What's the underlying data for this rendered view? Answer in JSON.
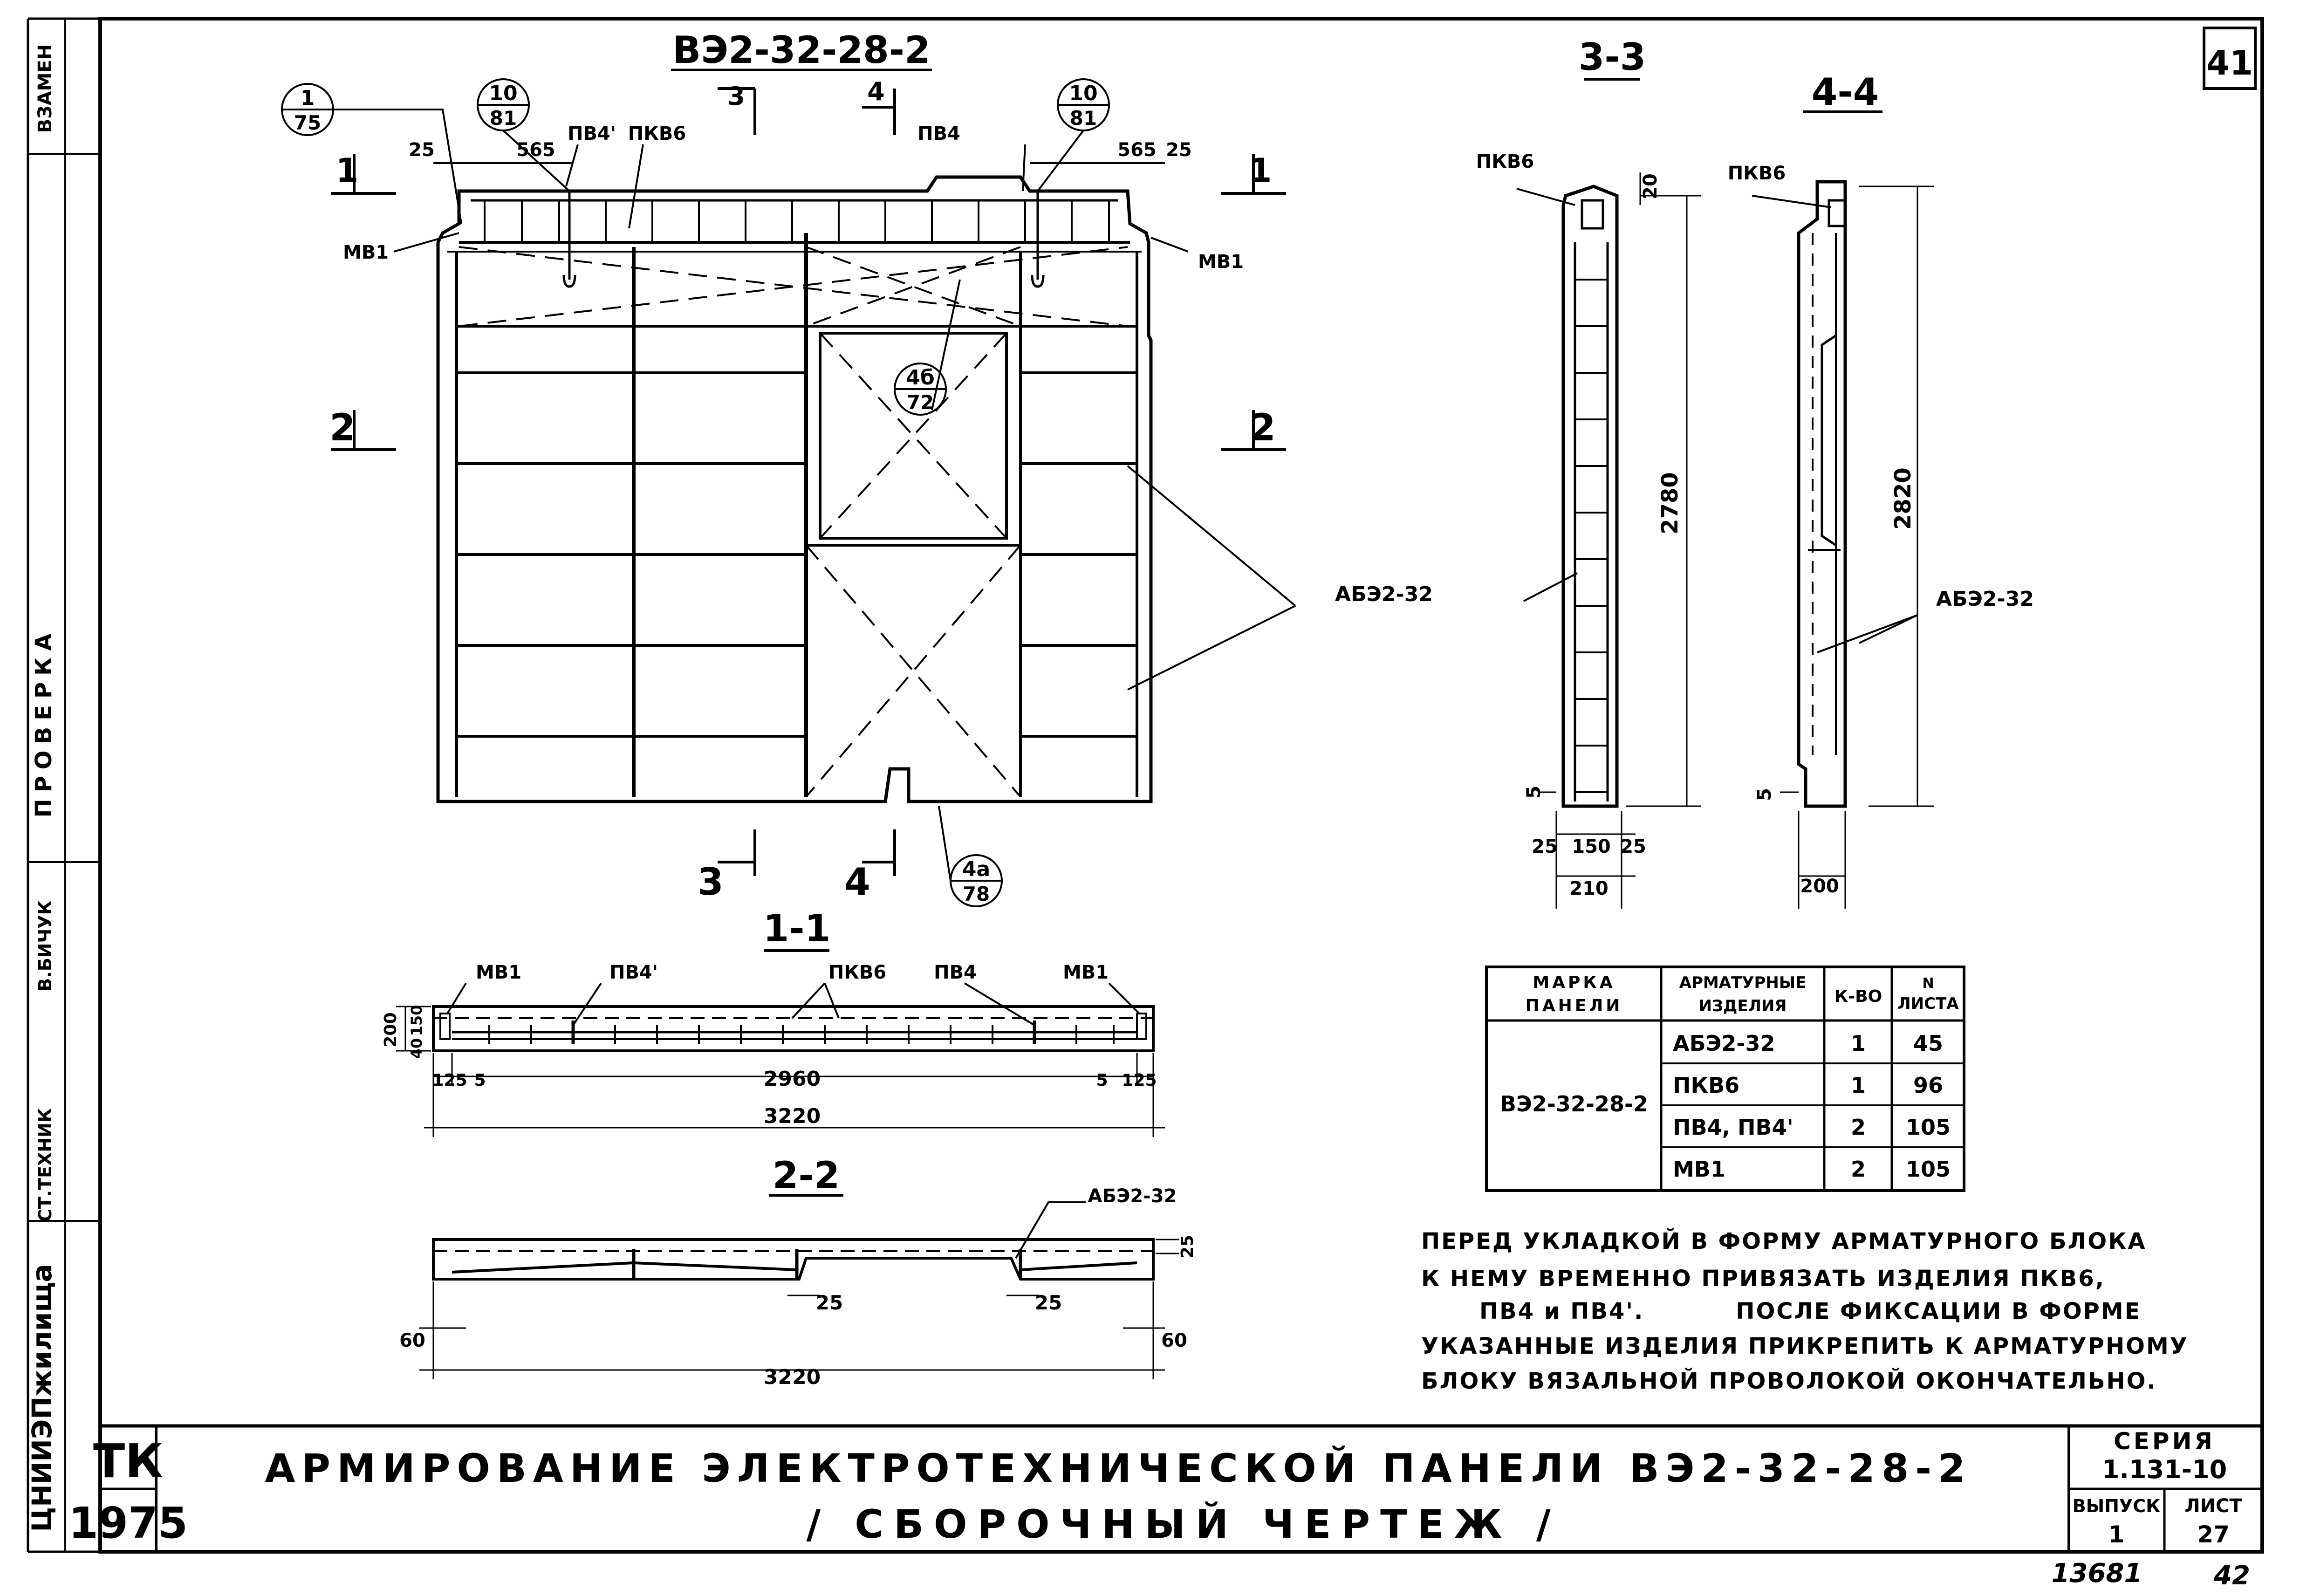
{
  "sheet": {
    "number": "41",
    "archive_number": "13681",
    "archive_number_2": "42"
  },
  "side_stamp": {
    "vzamen": "ВЗАМЕН",
    "proverka": "ПРОВЕРКА",
    "bichuk": "В.БИЧУК",
    "st_tehnik": "СТ.ТЕХНИК",
    "org": "ЦНИИЭПжилища"
  },
  "elevation": {
    "title": "ВЭ2-32-28-2",
    "section_mark_1": "1",
    "section_mark_2": "2",
    "section_mark_3": "3",
    "section_mark_4": "4",
    "callout_1": {
      "num": "1",
      "sheet": "75"
    },
    "callout_10_left": {
      "num": "10",
      "sheet": "81"
    },
    "callout_10_right": {
      "num": "10",
      "sheet": "81"
    },
    "callout_4b": {
      "num": "4б",
      "sheet": "72"
    },
    "callout_4a": {
      "num": "4а",
      "sheet": "78"
    },
    "label_pv4_prime": "ПВ4'",
    "label_pkv6": "ПКВ6",
    "label_pv4": "ПВ4",
    "label_mv1_left": "МВ1",
    "label_mv1_right": "МВ1",
    "dim_25_left": "25",
    "dim_565_left": "565",
    "dim_565_right": "565",
    "dim_25_right": "25",
    "label_ab": "АБЭ2-32"
  },
  "section_3_3": {
    "title": "3-3",
    "label_pkv6": "ПКВ6",
    "dim_20": "20",
    "dim_height": "2780",
    "dim_5": "5",
    "dim_25a": "25",
    "dim_150": "150",
    "dim_25b": "25",
    "dim_210": "210"
  },
  "section_4_4": {
    "title": "4-4",
    "label_pkv6": "ПКВ6",
    "dim_height": "2820",
    "label_ab": "АБЭ2-32",
    "dim_5": "5",
    "dim_200": "200"
  },
  "section_1_1": {
    "title": "1-1",
    "label_mv1_left": "МВ1",
    "label_pv4_prime": "ПВ4'",
    "label_pkv6": "ПКВ6",
    "label_pv4": "ПВ4",
    "label_mv1_right": "МВ1",
    "dim_200": "200",
    "dim_150": "150",
    "dim_40": "40",
    "dim_125_left": "125",
    "dim_5_left": "5",
    "dim_2960": "2960",
    "dim_5_right": "5",
    "dim_125_right": "125",
    "dim_3220": "3220"
  },
  "section_2_2": {
    "title": "2-2",
    "label_ab": "АБЭ2-32",
    "dim_25_side": "25",
    "dim_25_a": "25",
    "dim_25_b": "25",
    "dim_60_left": "60",
    "dim_60_right": "60",
    "dim_3220": "3220"
  },
  "spec_table": {
    "headers": [
      "МАРКА ПАНЕЛИ",
      "АРМАТУРНЫЕ ИЗДЕЛИЯ",
      "К-ВО",
      "N ЛИСТА"
    ],
    "panel": "ВЭ2-32-28-2",
    "rows": [
      {
        "item": "АБЭ2-32",
        "qty": "1",
        "sheet": "45"
      },
      {
        "item": "ПКВ6",
        "qty": "1",
        "sheet": "96"
      },
      {
        "item": "ПВ4, ПВ4'",
        "qty": "2",
        "sheet": "105"
      },
      {
        "item": "МВ1",
        "qty": "2",
        "sheet": "105"
      }
    ]
  },
  "note": {
    "lines": [
      "ПЕРЕД УКЛАДКОЙ В ФОРМУ АРМАТУРНОГО БЛОКА",
      "К НЕМУ ВРЕМЕННО ПРИВЯЗАТЬ ИЗДЕЛИЯ ПКВ6,",
      "ПВ4 и ПВ4'.          ПОСЛЕ ФИКСАЦИИ В ФОРМЕ",
      "УКАЗАННЫЕ ИЗДЕЛИЯ ПРИКРЕПИТЬ К АРМАТУРНОМУ",
      "БЛОКУ ВЯЗАЛЬНОЙ  ПРОВОЛОКОЙ ОКОНЧАТЕЛЬНО."
    ]
  },
  "title_block": {
    "tk": "ТК",
    "year": "1975",
    "title_line_1": "АРМИРОВАНИЕ ЭЛЕКТРОТЕХНИЧЕСКОЙ ПАНЕЛИ ВЭ2-32-28-2",
    "title_line_2": "/ СБОРОЧНЫЙ ЧЕРТЕЖ /",
    "series_label": "СЕРИЯ",
    "series_value": "1.131-10",
    "vypusk_label": "ВЫПУСК",
    "vypusk_value": "1",
    "list_label": "ЛИСТ",
    "list_value": "27"
  }
}
